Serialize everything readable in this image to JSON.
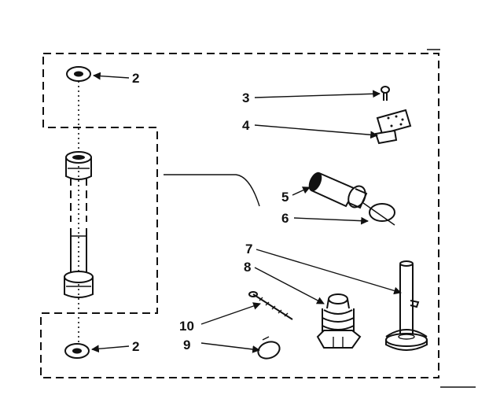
{
  "callouts": {
    "washer_top": "2",
    "washer_bottom": "2",
    "screw": "3",
    "clip": "4",
    "bushing": "5",
    "ring": "6",
    "pin_post": "7",
    "spring_nut": "8",
    "snap_ring": "9",
    "spring_pin": "10"
  }
}
